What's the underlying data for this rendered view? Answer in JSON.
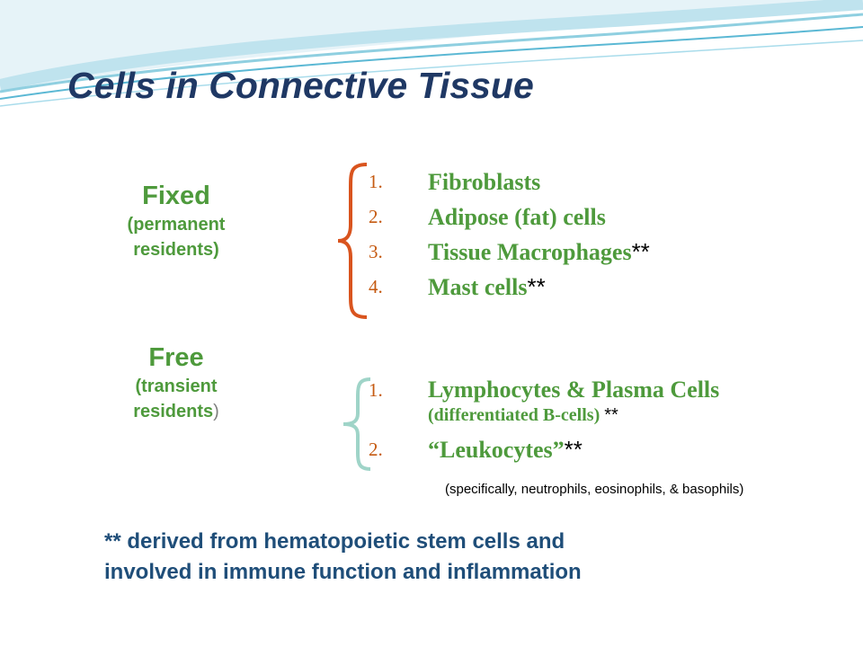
{
  "title": "Cells in Connective Tissue",
  "fixed": {
    "label": "Fixed",
    "sub_line1": "(permanent",
    "sub_line2": "residents)",
    "items": [
      {
        "num": "1.",
        "text": "Fibroblasts",
        "star": ""
      },
      {
        "num": "2.",
        "text": "Adipose (fat) cells",
        "star": ""
      },
      {
        "num": "3.",
        "text": "Tissue Macrophages",
        "star": "**"
      },
      {
        "num": "4.",
        "text": "Mast cells",
        "star": "**"
      }
    ]
  },
  "free": {
    "label": "Free",
    "sub_line1": "(transient",
    "sub_line2": "residents",
    "sub_close": ")",
    "items": [
      {
        "num": "1.",
        "text": "Lymphocytes & Plasma Cells",
        "note": "(differentiated B-cells)",
        "star": "**"
      },
      {
        "num": "2.",
        "text": "“Leukocytes”",
        "star": "**"
      }
    ],
    "specifics": "(specifically, neutrophils, eosinophils, & basophils)"
  },
  "footnote": {
    "line1": "** derived from hematopoietic stem cells and",
    "line2": "involved in immune function and inflammation"
  },
  "colors": {
    "title": "#1f3864",
    "label_green": "#4e9a3c",
    "fixed_brace": "#d9541e",
    "free_brace": "#9fd4c8",
    "footnote": "#1f4e79"
  }
}
